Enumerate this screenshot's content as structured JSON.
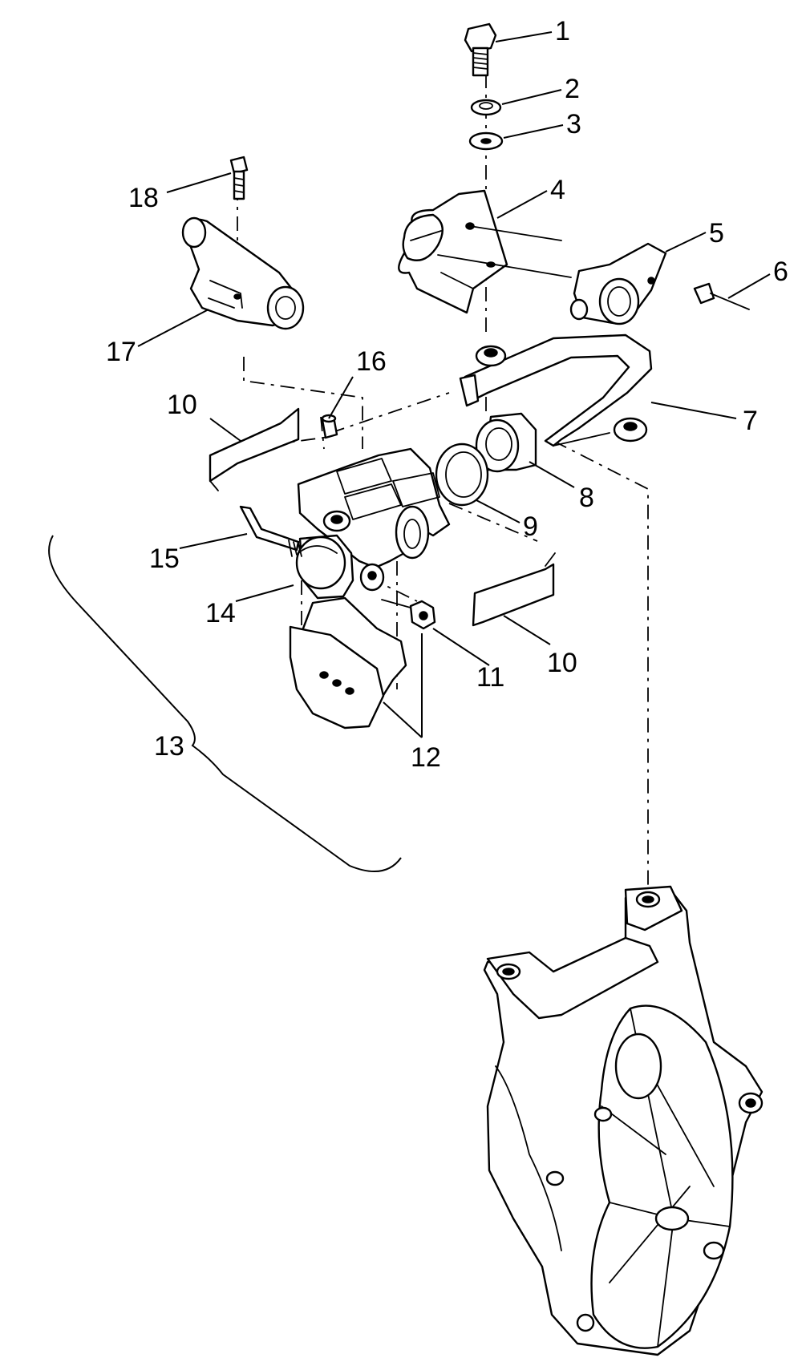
{
  "diagram": {
    "callouts": [
      "1",
      "2",
      "3",
      "4",
      "5",
      "6",
      "7",
      "8",
      "9",
      "10",
      "10",
      "11",
      "12",
      "13",
      "14",
      "15",
      "16",
      "17",
      "18"
    ]
  }
}
